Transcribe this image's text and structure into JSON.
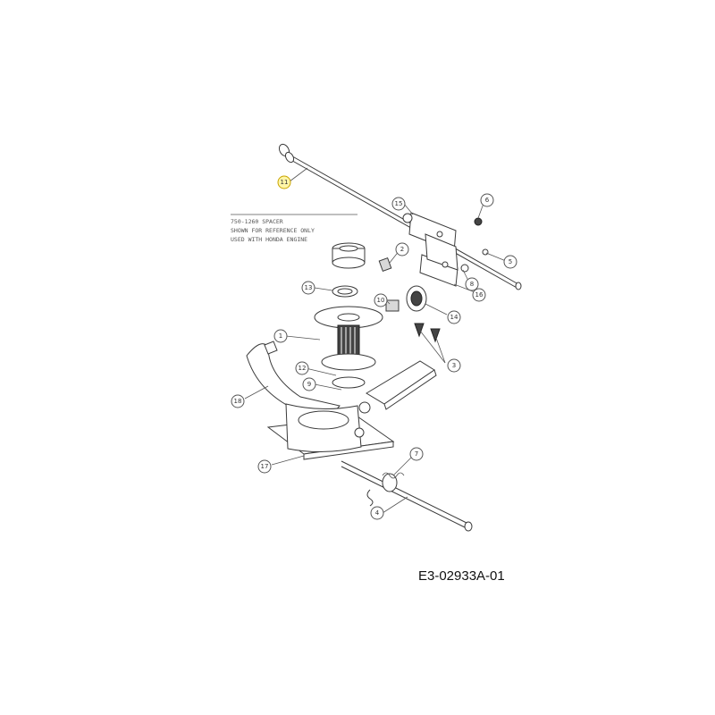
{
  "note": {
    "lines": [
      "750-1260 SPACER",
      "SHOWN FOR REFERENCE ONLY",
      "USED WITH HONDA ENGINE"
    ]
  },
  "drawing_number": "E3-02933A-01",
  "callouts": [
    {
      "id": "c11",
      "label": "11",
      "highlight": true
    },
    {
      "id": "c15",
      "label": "15",
      "highlight": false
    },
    {
      "id": "c6",
      "label": "6",
      "highlight": false
    },
    {
      "id": "c2",
      "label": "2",
      "highlight": false
    },
    {
      "id": "c5",
      "label": "5",
      "highlight": false
    },
    {
      "id": "c13",
      "label": "13",
      "highlight": false
    },
    {
      "id": "c10",
      "label": "10",
      "highlight": false
    },
    {
      "id": "c8",
      "label": "8",
      "highlight": false
    },
    {
      "id": "c16",
      "label": "16",
      "highlight": false
    },
    {
      "id": "c14",
      "label": "14",
      "highlight": false
    },
    {
      "id": "c1",
      "label": "1",
      "highlight": false
    },
    {
      "id": "c3",
      "label": "3",
      "highlight": false
    },
    {
      "id": "c12",
      "label": "12",
      "highlight": false
    },
    {
      "id": "c9",
      "label": "9",
      "highlight": false
    },
    {
      "id": "c18",
      "label": "18",
      "highlight": false
    },
    {
      "id": "c7",
      "label": "7",
      "highlight": false
    },
    {
      "id": "c17",
      "label": "17",
      "highlight": false
    },
    {
      "id": "c4",
      "label": "4",
      "highlight": false
    }
  ],
  "colors": {
    "line": "#3a3a3a",
    "highlight": "#fff6a8",
    "background": "#ffffff"
  }
}
